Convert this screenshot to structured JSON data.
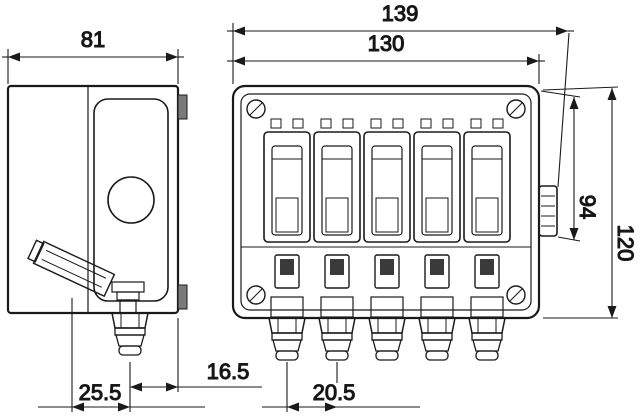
{
  "dimensions": {
    "overall_width": "139",
    "body_width": "130",
    "depth": "81",
    "flange_height": "94",
    "body_height": "120",
    "gland_front_offset": "16.5",
    "gland_side_offset": "25.5",
    "gland_pitch": "20.5"
  }
}
